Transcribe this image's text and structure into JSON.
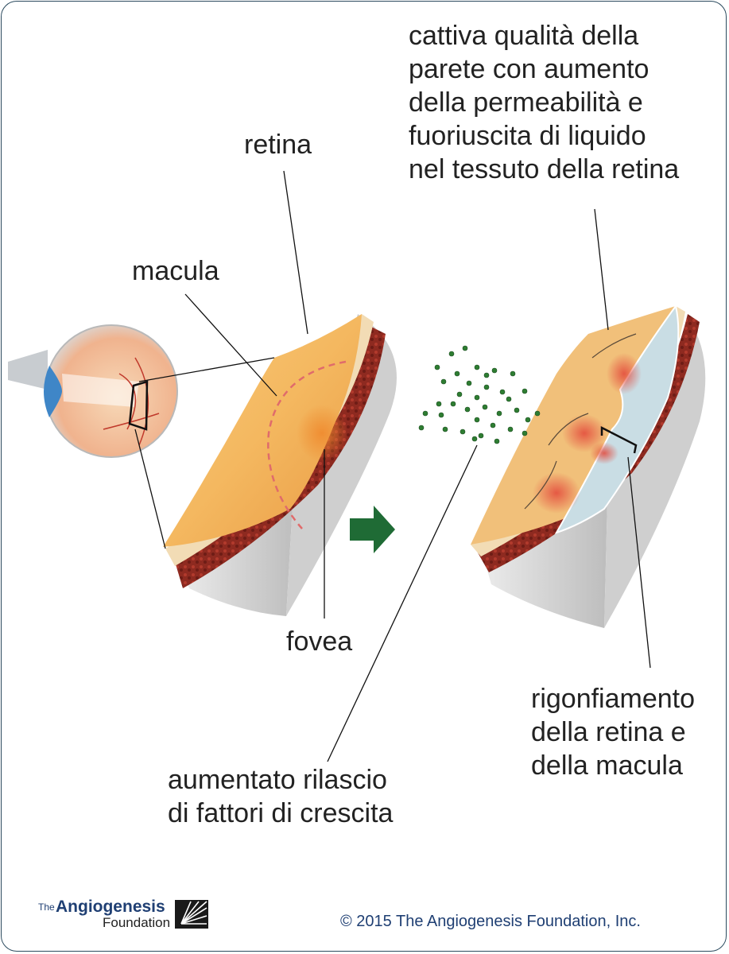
{
  "labels": {
    "retina": "retina",
    "macula": "macula",
    "fovea": "fovea",
    "wall_quality": "cattiva qualità della\nparete con aumento\ndella permeabilità e\nfuoriuscita di liquido\nnel tessuto della retina",
    "growth_factors": "aumentato rilascio\ndi fattori di crescita",
    "swelling": "rigonfiamento\ndella retina e\ndella macula"
  },
  "logo": {
    "prefix": "The",
    "name": "Angiogenesis",
    "subtitle": "Foundation"
  },
  "copyright": "© 2015 The Angiogenesis Foundation, Inc.",
  "colors": {
    "frame": "#2b4a5e",
    "arrow": "#1f6b35",
    "growth_factor_dots": "#2e7d32",
    "macula_outline": "#e06b6b",
    "retina_surface": "#f4b860",
    "edema_fluid": "#c9dde4",
    "blood_vessel_layer": "#9b2c22"
  },
  "icons": {
    "arrow": "right-arrow-icon",
    "logo_mark": "starburst-icon"
  }
}
